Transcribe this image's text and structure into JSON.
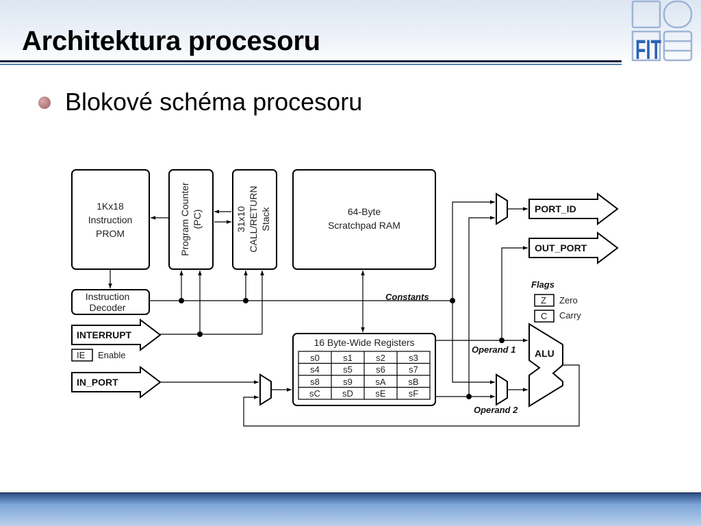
{
  "slide": {
    "title": "Architektura procesoru",
    "bullet": "Blokové schéma procesoru"
  },
  "logo": {
    "text": "FIT"
  },
  "diagram": {
    "prom": [
      "1Kx18",
      "Instruction",
      "PROM"
    ],
    "pc": [
      "Program Counter",
      "(PC)"
    ],
    "stack": [
      "31x10",
      "CALL/RETURN",
      "Stack"
    ],
    "ram": [
      "64-Byte",
      "Scratchpad RAM"
    ],
    "decoder": [
      "Instruction",
      "Decoder"
    ],
    "interrupt": "INTERRUPT",
    "ie": "IE",
    "enable": "Enable",
    "in_port": "IN_PORT",
    "port_id": "PORT_ID",
    "out_port": "OUT_PORT",
    "constants": "Constants",
    "flags": "Flags",
    "zero_flag": "Z",
    "zero": "Zero",
    "carry_flag": "C",
    "carry": "Carry",
    "registers_title": "16 Byte-Wide Registers",
    "registers": [
      [
        "s0",
        "s1",
        "s2",
        "s3"
      ],
      [
        "s4",
        "s5",
        "s6",
        "s7"
      ],
      [
        "s8",
        "s9",
        "sA",
        "sB"
      ],
      [
        "sC",
        "sD",
        "sE",
        "sF"
      ]
    ],
    "operand1": "Operand 1",
    "operand2": "Operand 2",
    "alu": "ALU"
  },
  "colors": {
    "accent": "#2b4f86",
    "bullet": "#a46a6a"
  }
}
